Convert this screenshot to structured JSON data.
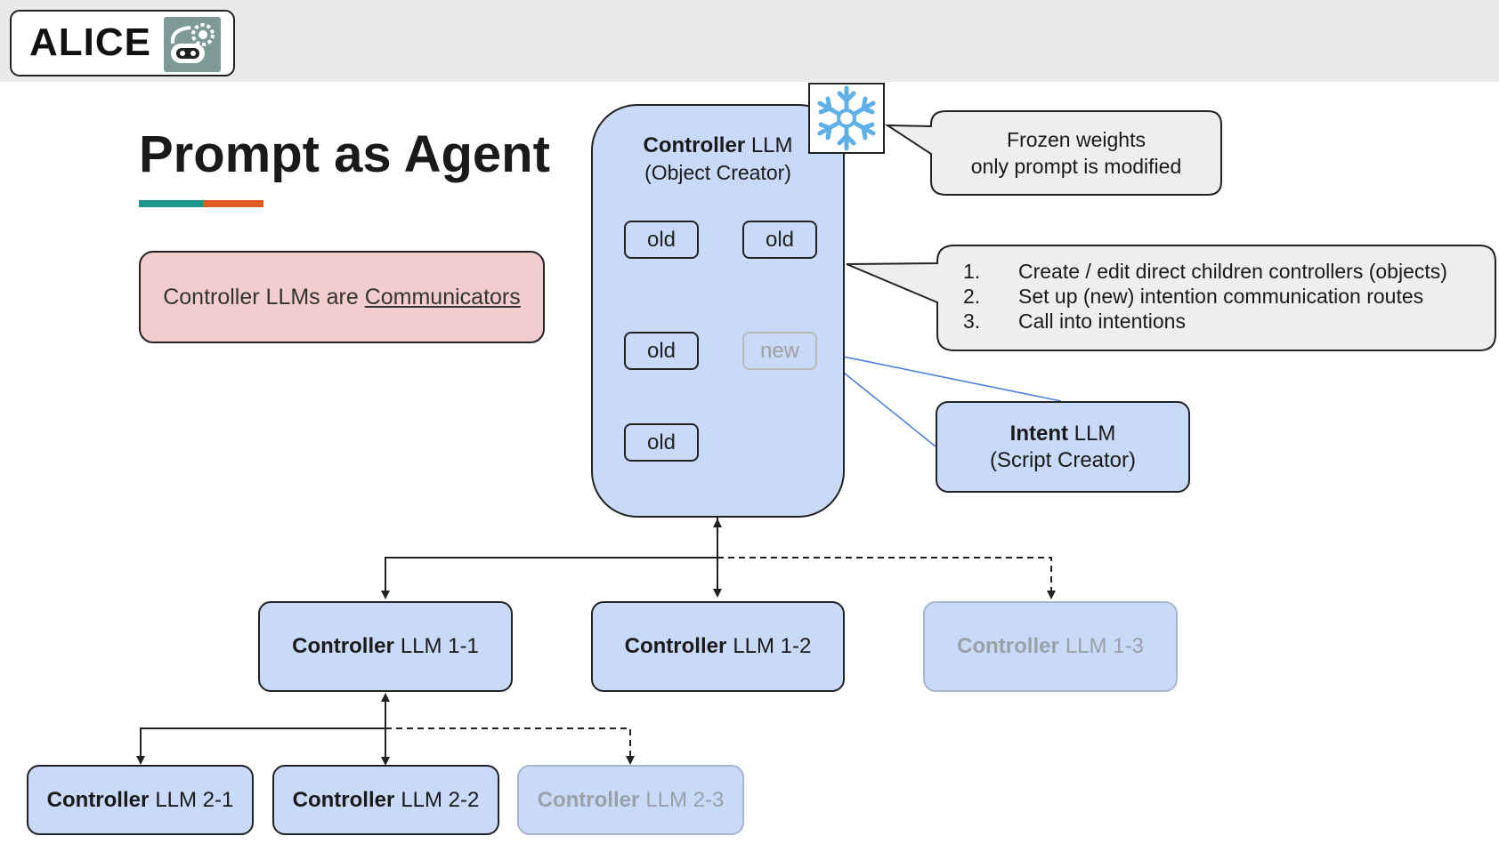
{
  "header": {
    "logo_text": "ALICE",
    "logo_icon": "robot-gear-icon"
  },
  "slide": {
    "title": "Prompt as Agent",
    "accent_colors": [
      "#1b968a",
      "#e45a24"
    ]
  },
  "note_box": {
    "text_before": "Controller LLMs are ",
    "text_link": "Communicators"
  },
  "main_controller": {
    "name_bold": "Controller",
    "name_rest": "LLM",
    "subtitle": "(Object Creator)",
    "nodes": {
      "top_left": "old",
      "top_right": "old",
      "mid_left": "old",
      "mid_right": "new",
      "bottom_left": "old"
    }
  },
  "frozen_icon": "snowflake-icon",
  "frozen_callout": {
    "line1": "Frozen weights",
    "line2": "only prompt is modified"
  },
  "capabilities": [
    {
      "num": "1.",
      "text": "Create / edit direct children controllers (objects)"
    },
    {
      "num": "2.",
      "text": "Set up (new) intention communication routes"
    },
    {
      "num": "3.",
      "text": "Call into intentions"
    }
  ],
  "intent": {
    "name_bold": "Intent",
    "name_rest": "LLM",
    "subtitle": "(Script Creator)"
  },
  "level1": [
    {
      "bold": "Controller",
      "rest": "LLM 1-1"
    },
    {
      "bold": "Controller",
      "rest": "LLM 1-2"
    },
    {
      "bold": "Controller",
      "rest": "LLM 1-3"
    }
  ],
  "level2": [
    {
      "bold": "Controller",
      "rest": "LLM 2-1"
    },
    {
      "bold": "Controller",
      "rest": "LLM 2-2"
    },
    {
      "bold": "Controller",
      "rest": "LLM 2-3"
    }
  ],
  "colors": {
    "node_fill": "#c9daf8",
    "note_fill": "#f3cdcd",
    "callout_fill": "#eeeeee",
    "link_line": "#4a7fe0"
  }
}
